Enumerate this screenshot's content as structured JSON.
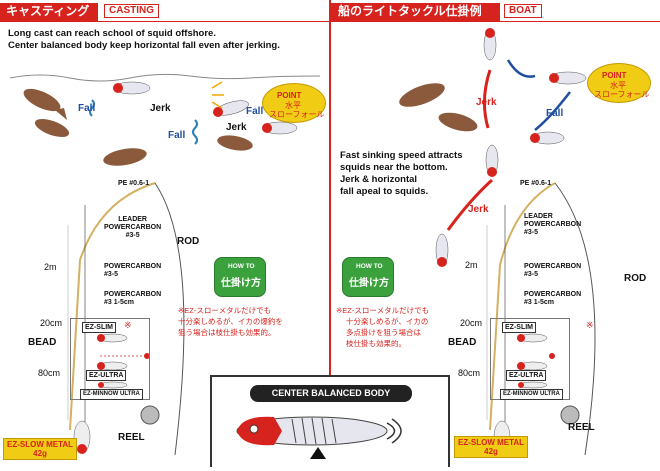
{
  "casting": {
    "title_jp": "キャスティング",
    "title_en": "CASTING",
    "description": [
      "Long cast can reach school of squid offshore.",
      "Center balanced body keep horizontal fall even after jerking."
    ],
    "fall_labels": [
      "Fall",
      "Fall",
      "Fall"
    ],
    "jerk_labels": [
      "Jerk",
      "Jerk"
    ],
    "point": {
      "title": "POINT",
      "sub1": "水平",
      "sub2": "スローフォール"
    },
    "rig": {
      "pe": "PE #0.6-1",
      "leader": [
        "LEADER",
        "POWERCARBON",
        "#3-5"
      ],
      "rod": "ROD",
      "dist_2m": "2m",
      "pc1": [
        "POWERCARBON",
        "#3-5"
      ],
      "pc2": [
        "POWERCARBON",
        "#3 1-5cm"
      ],
      "dist_20cm": "20cm",
      "bead": "BEAD",
      "dist_80cm": "80cm",
      "reel": "REEL",
      "lure1": "EZ-SLIM",
      "lure2": "EZ-ULTRA",
      "lure3": "EZ-MINNOW ULTRA",
      "mark": "※",
      "ezslow_name": "EZ-SLOW METAL",
      "ezslow_weight": "42g"
    },
    "howto": {
      "top": "HOW TO",
      "main": "仕掛け方"
    },
    "note_jp": [
      "※EZ-スローメタルだけでも",
      "十分楽しめるが、イカの爆釣を",
      "狙う場合は枝仕掛も効果的。"
    ]
  },
  "boat": {
    "title_jp": "船のライトタックル仕掛例",
    "title_en": "BOAT",
    "description": [
      "Fast sinking speed attracts",
      "squids near the bottom.",
      "Jerk & horizontal",
      "fall apeal to squids."
    ],
    "jerk_labels": [
      "Jerk",
      "Jerk"
    ],
    "fall_labels": [
      "Fall"
    ],
    "point": {
      "title": "POINT",
      "sub1": "水平",
      "sub2": "スローフォール"
    },
    "rig": {
      "pe": "PE #0.6-1",
      "leader": [
        "LEADER",
        "POWERCARBON",
        "#3-5"
      ],
      "rod": "ROD",
      "dist_2m": "2m",
      "pc1": [
        "POWERCARBON",
        "#3-5"
      ],
      "pc2": [
        "POWERCARBON",
        "#3 1-5cm"
      ],
      "dist_20cm": "20cm",
      "bead": "BEAD",
      "dist_80cm": "80cm",
      "reel": "REEL",
      "lure1": "EZ-SLIM",
      "lure2": "EZ-ULTRA",
      "lure3": "EZ-MINNOW ULTRA",
      "mark": "※",
      "ezslow_name": "EZ-SLOW METAL",
      "ezslow_weight": "42g"
    },
    "howto": {
      "top": "HOW TO",
      "main": "仕掛け方"
    },
    "note_jp": [
      "※EZ-スローメタルだけでも",
      "十分楽しめるが、イカの",
      "多点掛けを狙う場合は",
      "枝仕掛も効果的。"
    ]
  },
  "center_balanced": {
    "title": "CENTER BALANCED BODY"
  }
}
